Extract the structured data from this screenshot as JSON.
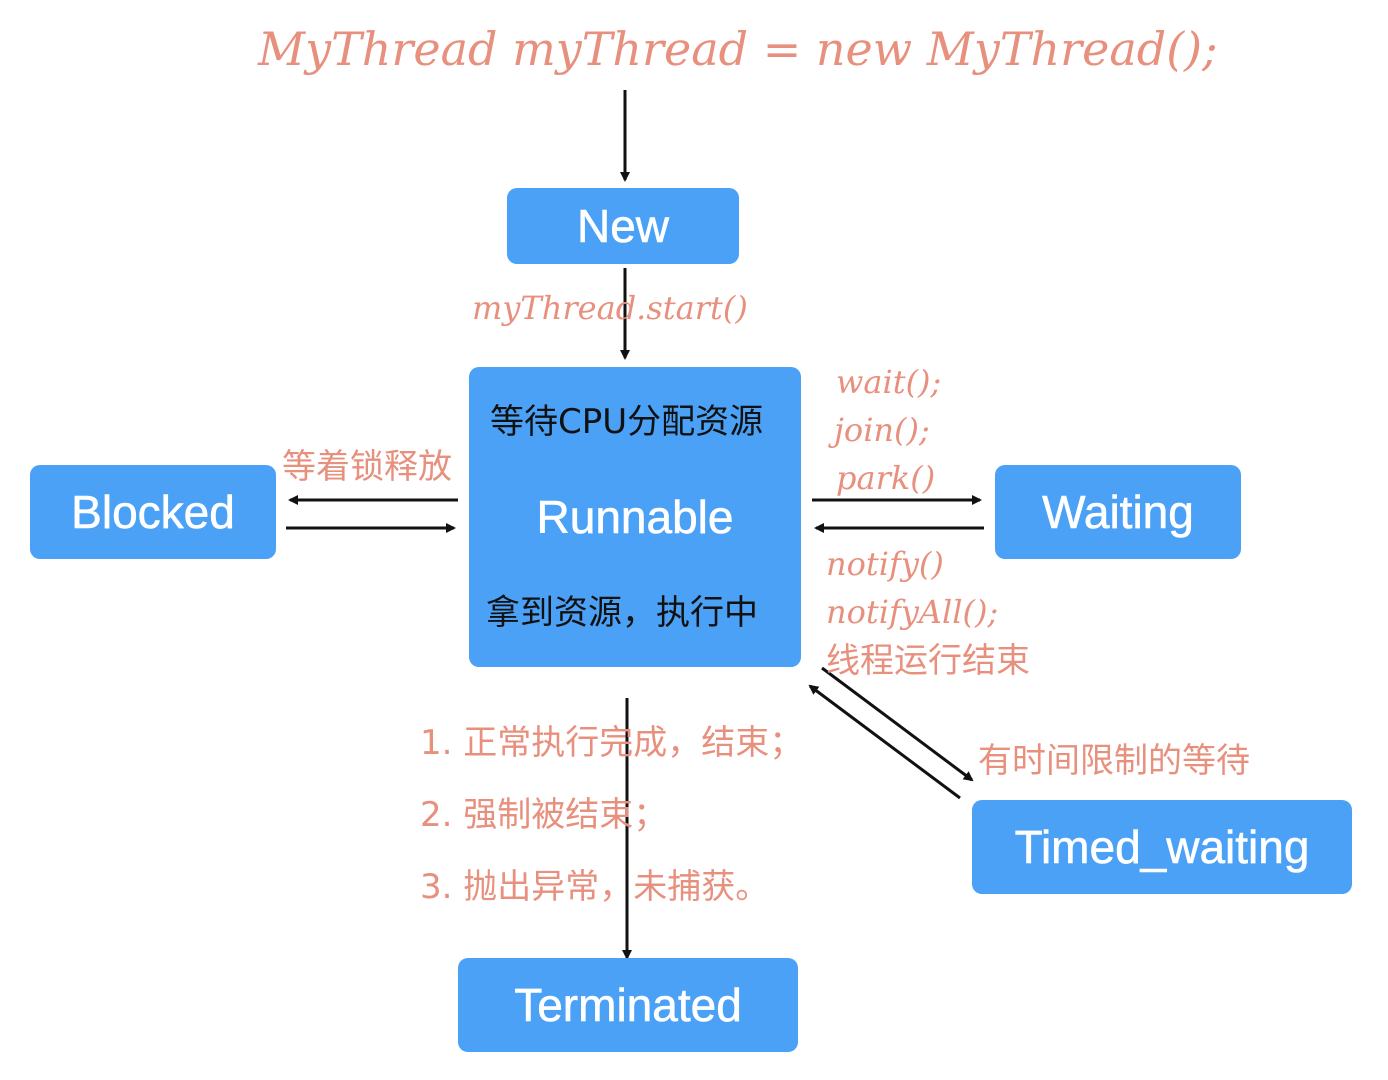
{
  "title_code": "MyThread myThread = new MyThread();",
  "states": {
    "new": "New",
    "runnable": "Runnable",
    "blocked": "Blocked",
    "waiting": "Waiting",
    "timed_waiting": "Timed_waiting",
    "terminated": "Terminated"
  },
  "runnable_inner": {
    "top": "等待CPU分配资源",
    "bottom": "拿到资源，执行中"
  },
  "transitions": {
    "start": "myThread.start()",
    "blocked_label": "等着锁释放",
    "wait_calls": [
      "wait();",
      "join();",
      "park()"
    ],
    "notify_calls": [
      "notify()",
      "notifyAll();",
      "线程运行结束"
    ],
    "timed_label": "有时间限制的等待",
    "terminate_reasons": [
      "1. 正常执行完成，结束；",
      "2. 强制被结束；",
      "3. 抛出异常，未捕获。"
    ]
  },
  "colors": {
    "state_fill": "#4aa1f5",
    "state_text": "#ffffff",
    "annotation": "#e8907e",
    "arrow": "#111111"
  }
}
